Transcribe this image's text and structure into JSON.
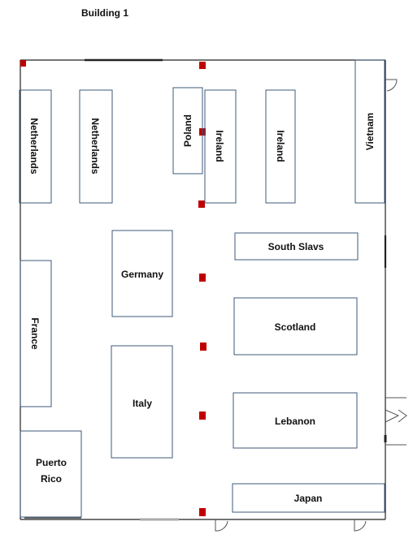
{
  "title": "Building 1",
  "rooms": [
    {
      "id": "netherlands-1",
      "label": "Netherlands",
      "orientation": "vertical"
    },
    {
      "id": "netherlands-2",
      "label": "Netherlands",
      "orientation": "vertical"
    },
    {
      "id": "poland",
      "label": "Poland",
      "orientation": "vertical-up"
    },
    {
      "id": "ireland-1",
      "label": "Ireland",
      "orientation": "vertical"
    },
    {
      "id": "ireland-2",
      "label": "Ireland",
      "orientation": "vertical"
    },
    {
      "id": "vietnam",
      "label": "Vietnam",
      "orientation": "vertical-up"
    },
    {
      "id": "south-slavs",
      "label": "South Slavs",
      "orientation": "horizontal"
    },
    {
      "id": "germany",
      "label": "Germany",
      "orientation": "horizontal"
    },
    {
      "id": "france",
      "label": "France",
      "orientation": "vertical"
    },
    {
      "id": "scotland",
      "label": "Scotland",
      "orientation": "horizontal"
    },
    {
      "id": "italy",
      "label": "Italy",
      "orientation": "horizontal"
    },
    {
      "id": "lebanon",
      "label": "Lebanon",
      "orientation": "horizontal"
    },
    {
      "id": "puerto-rico",
      "label": [
        "Puerto",
        "Rico"
      ],
      "orientation": "horizontal"
    },
    {
      "id": "japan",
      "label": "Japan",
      "orientation": "horizontal"
    }
  ],
  "colors": {
    "room_border": "#3e5a7a",
    "wall": "#222222",
    "column_marker": "#c00000",
    "door": "#555555"
  }
}
